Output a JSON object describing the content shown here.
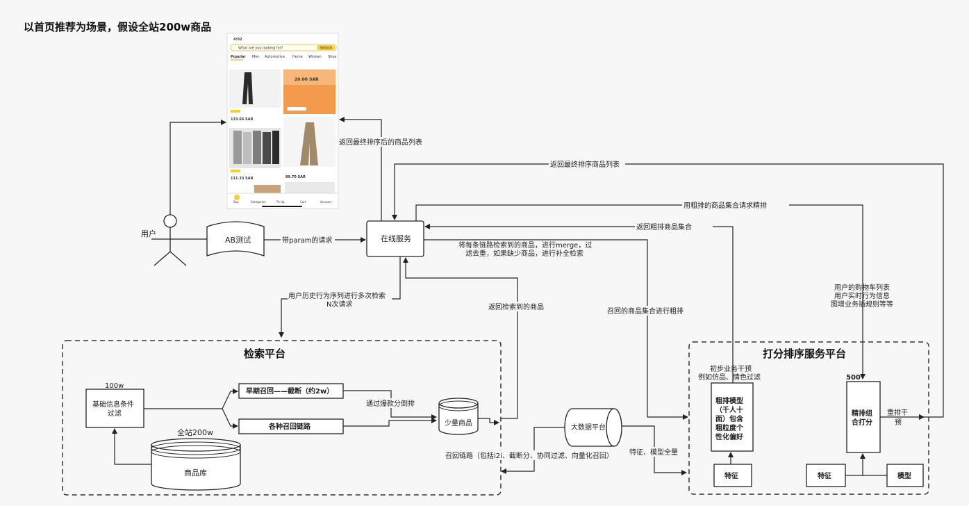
{
  "title": "以首页推荐为场景，假设全站200w商品",
  "phone": {
    "time": "4:02",
    "search_placeholder": "What are you looking for?",
    "search_button": "Search",
    "tabs": [
      "Popular",
      "Men",
      "Automotive",
      "Home",
      "Women",
      "Shoe"
    ],
    "bottom_nav": [
      "Day",
      "Categories",
      "Fit Up",
      "Cart",
      "Account"
    ],
    "products": [
      {
        "price": "133.66 SAR"
      },
      {
        "price": "111.33 SAR"
      },
      {
        "price": "89.70 SAR"
      }
    ],
    "promo": "20.00 SAR"
  },
  "nodes": {
    "user": "用户",
    "ab_test": "AB测试",
    "online_service": "在线服务",
    "search_platform": "检索平台",
    "scoring_platform": "打分排序服务平台",
    "basic_filter": "基础信息条件过滤",
    "basic_filter_l1": "基础信息条件",
    "basic_filter_l2": "过滤",
    "count_100w": "100w",
    "early_recall": "早期召回——截断（约2w）",
    "recall_chains": "各种召回链路",
    "few_items": "少量商品",
    "all_site": "全站200w",
    "product_db": "商品库",
    "big_data": "大数据平台",
    "coarse_rank_l1": "粗排模型",
    "coarse_rank_l2": "（千人十",
    "coarse_rank_l3": "面）包含",
    "coarse_rank_l4": "粗粒度个",
    "coarse_rank_l5": "性化偏好",
    "fine_rank_l1": "精排组",
    "fine_rank_l2": "合打分",
    "count_500": "500",
    "feature_1": "特征",
    "feature_2": "特征",
    "model": "模型"
  },
  "edges": {
    "return_final_list_phone": "返回最终排序后的商品列表",
    "return_final_list": "返回最终排序商品列表",
    "request_fine_rank": "用粗排的商品集合请求精排",
    "return_coarse_set": "返回粗排商品集合",
    "with_param": "带param的请求",
    "merge_l1": "将每条链路检索到的商品，进行merge，过",
    "merge_l2": "滤去重，如果缺少商品，进行补全检索",
    "history_l1": "用户历史行为序列进行多次检索",
    "history_l2": "N次请求",
    "return_retrieved": "返回检索到的商品",
    "recalled_coarse": "召回的商品集合进行粗排",
    "user_info_l1": "用户的购物车列表",
    "user_info_l2": "用户实时行为信息",
    "user_info_l3": "图增业务插规则等等",
    "pre_intervene_l1": "初步业务干预",
    "pre_intervene_l2": "例如仿品、情色过滤",
    "hot_rank": "通过爆款分倒排",
    "recall_chain_list": "召回链路（包括i2i、截断分、协同过滤、向量化召回）",
    "features_models": "特征、模型全量",
    "rerank_l1": "重排干",
    "rerank_l2": "预"
  }
}
